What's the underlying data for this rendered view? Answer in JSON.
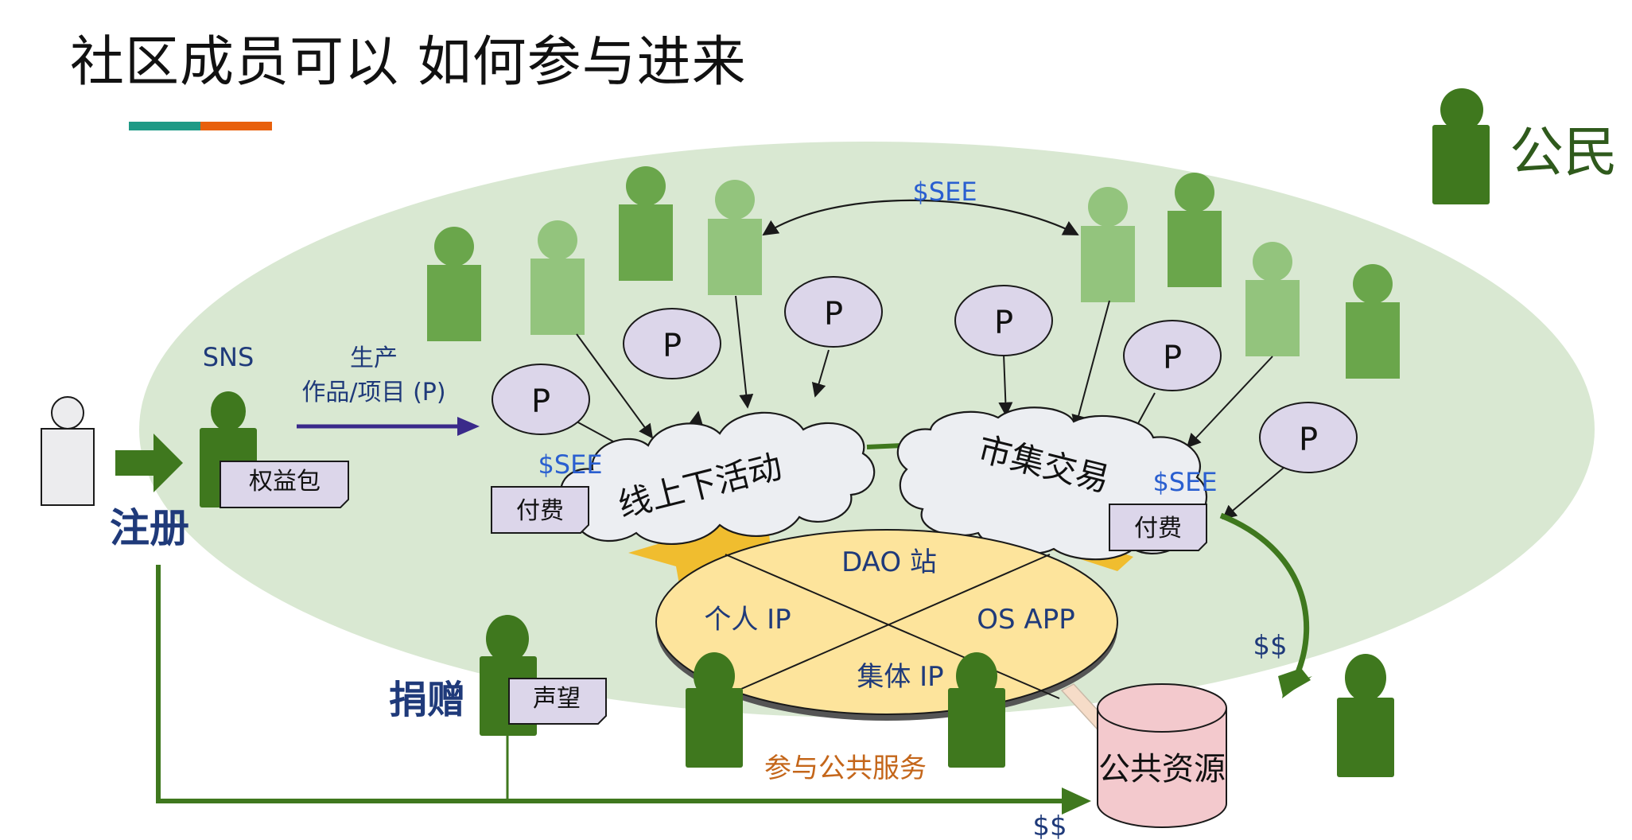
{
  "title": "社区成员可以 如何参与进来",
  "colors": {
    "accent_teal": "#1f9a86",
    "accent_orange": "#e8600c",
    "community_ellipse": "#d9e8d2",
    "citizen_dark": "#3f781e",
    "citizen_mid": "#6aa64b",
    "citizen_light": "#93c47d",
    "project_bubble": "#dcd6ea",
    "cloud_fill": "#eceef2",
    "dao_fill": "#fde49c",
    "support_arrow": "#f0bd2f",
    "public_resource_fill": "#f3c9cd",
    "label_navy": "#1f3a7a",
    "label_blue": "#2a5fd0",
    "label_orange": "#c4661a",
    "flow_green": "#3f781e",
    "produce_arrow": "#3a2a8a"
  },
  "legend": {
    "label": "公民",
    "icon": "citizen-icon"
  },
  "left": {
    "register_label": "注册",
    "sns_label": "SNS",
    "benefit_tag": "权益包",
    "produce_label_line1": "生产",
    "produce_label_line2": "作品/项目 (P)"
  },
  "project_bubble_label": "P",
  "clouds": {
    "online_offline": "线上下活动",
    "market": "市集交易"
  },
  "token_labels": {
    "see_top": "$SEE",
    "see_left": "$SEE",
    "see_right": "$SEE"
  },
  "fee_tag": "付费",
  "dao": {
    "top": "DAO 站",
    "left": "个人 IP",
    "right": "OS APP",
    "bottom": "集体 IP"
  },
  "donation": {
    "label": "捐赠",
    "tag": "声望"
  },
  "public_service_label": "参与公共服务",
  "public_resource_label": "公共资源",
  "money_labels": {
    "right_flow": "$$",
    "bottom_flow": "$$"
  }
}
